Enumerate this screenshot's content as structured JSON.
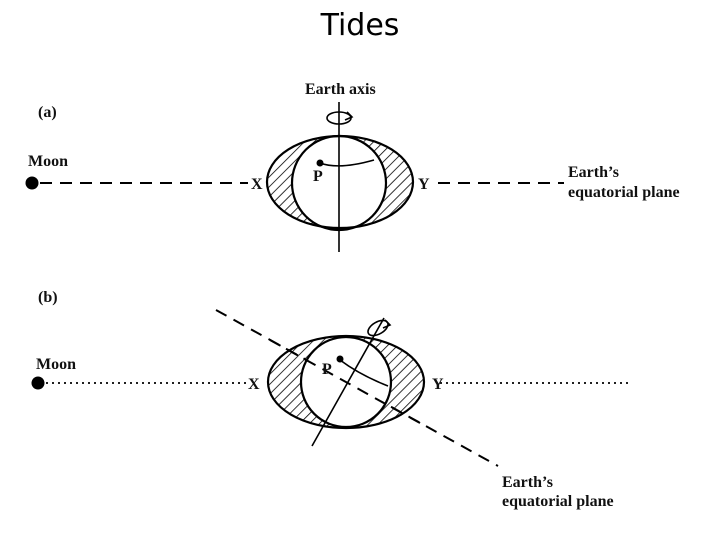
{
  "title": "Tides",
  "panel_a": {
    "label": "(a)",
    "moon": "Moon",
    "axis": "Earth axis",
    "point_p": "P",
    "point_x": "X",
    "point_y": "Y",
    "plane_line1": "Earth’s",
    "plane_line2": "equatorial plane"
  },
  "panel_b": {
    "label": "(b)",
    "moon": "Moon",
    "point_p": "P",
    "point_x": "X",
    "point_y": "Y",
    "plane_line1": "Earth’s",
    "plane_line2": "equatorial plane"
  }
}
